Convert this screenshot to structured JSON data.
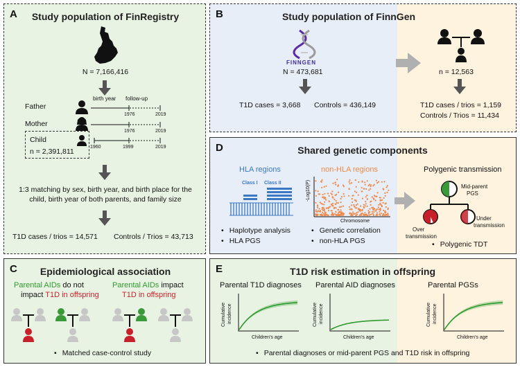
{
  "panelA": {
    "letter": "A",
    "title": "Study population of FinRegistry",
    "n_total": "N = 7,166,416",
    "father": "Father",
    "mother": "Mother",
    "child": "Child",
    "child_n": "n = 2,391,811",
    "birth_year": "birth year",
    "follow_up": "follow-up",
    "year_1976a": "1976",
    "year_2019a": "2019",
    "year_1976b": "1976",
    "year_2019b": "2019",
    "year_1960": "1960",
    "year_1999": "1999",
    "year_2019c": "2019",
    "matching_line1": "1:3 matching by sex, birth year, and birth place for the",
    "matching_line2": "child, birth year of both parents, and family size",
    "t1d": "T1D cases / trios = 14,571",
    "controls": "Controls / Trios = 43,713"
  },
  "panelB": {
    "letter": "B",
    "title": "Study population of FinnGen",
    "logo_text": "FINNGEN",
    "n_total": "N = 473,681",
    "t1d_cases": "T1D cases = 3,668",
    "controls": "Controls = 436,149",
    "n_trios": "n = 12,563",
    "t1d_trios": "T1D cases / trios = 1,159",
    "controls_trios": "Controls / Trios = 11,434"
  },
  "panelC": {
    "letter": "C",
    "title": "Epidemiological association",
    "left_line1_a": "Parental AIDs",
    "left_line1_b": " do not",
    "left_line2_a": "impact ",
    "left_line2_b": "T1D in offspring",
    "right_line1_a": "Parental AIDs",
    "right_line1_b": " impact",
    "right_line2": "T1D in offspring",
    "bullet": "Matched case-control study"
  },
  "panelD": {
    "letter": "D",
    "title": "Shared genetic components",
    "hla_title": "HLA regions",
    "nonhla_title": "non-HLA regions",
    "class1": "Class I",
    "class2": "Class II",
    "ylabel": "-Log10(P)",
    "xlabel": "Chromosome",
    "poly_title": "Polygenic transmission",
    "mid_parent_1": "Mid-parent",
    "mid_parent_2": "PGS",
    "over_1": "Over",
    "over_2": "transmission",
    "under_1": "Under",
    "under_2": "transmission",
    "bullets_left": [
      "Haplotype analysis",
      "HLA PGS"
    ],
    "bullets_mid": [
      "Genetic correlation",
      "non-HLA PGS"
    ],
    "bullet_right": "Polygenic TDT"
  },
  "panelE": {
    "letter": "E",
    "title": "T1D risk estimation in offspring",
    "plots": [
      {
        "title": "Parental T1D diagnoses",
        "ylabel1": "Cumulative",
        "ylabel2": "incidence",
        "xlabel": "Children's age",
        "final_level": 0.85
      },
      {
        "title": "Parental AID diagnoses",
        "ylabel1": "Cumulative",
        "ylabel2": "incidence",
        "xlabel": "Children's age",
        "final_level": 0.3
      },
      {
        "title": "Parental PGSs",
        "ylabel1": "Cumulative",
        "ylabel2": "incidence",
        "xlabel": "Children's age",
        "final_level": 0.85
      }
    ],
    "bullet": "Parental diagnoses or mid-parent PGS and T1D risk in offspring"
  },
  "colors": {
    "green_bg": "#e9f3e3",
    "blue_bg": "#e8eef7",
    "yellow_bg": "#fdf3df",
    "green_text": "#2e9a2e",
    "red_text": "#d0202a",
    "manhattan": "#f0894a",
    "hla_blue": "#3a78c4",
    "curve_green": "#2e9a2e"
  }
}
